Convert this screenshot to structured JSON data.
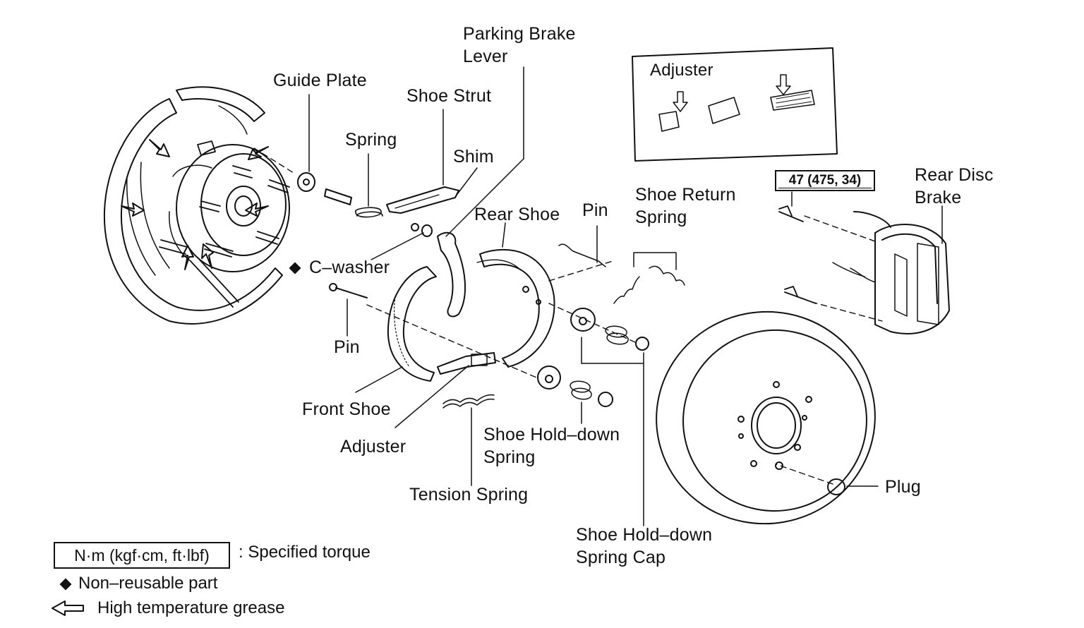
{
  "labels": {
    "parking_brake_lever": [
      "Parking Brake",
      "Lever"
    ],
    "guide_plate": "Guide Plate",
    "shoe_strut": "Shoe Strut",
    "spring": "Spring",
    "shim": "Shim",
    "rear_shoe": "Rear Shoe",
    "pin_upper": "Pin",
    "shoe_return_spring": [
      "Shoe Return",
      "Spring"
    ],
    "rear_disc_brake": [
      "Rear Disc",
      "Brake"
    ],
    "c_washer": "C–washer",
    "pin_lower": "Pin",
    "front_shoe": "Front Shoe",
    "adjuster": "Adjuster",
    "shoe_hold_down_spring": [
      "Shoe Hold–down",
      "Spring"
    ],
    "tension_spring": "Tension Spring",
    "shoe_hold_down_spring_cap": [
      "Shoe Hold–down",
      "Spring Cap"
    ],
    "plug": "Plug",
    "adjuster_inset": "Adjuster"
  },
  "torque": "47 (475, 34)",
  "legend": {
    "torque_unit": "N·m (kgf·cm, ft·lbf)",
    "torque_text": ": Specified torque",
    "non_reusable": "Non–reusable part",
    "grease": "High temperature grease"
  },
  "icons": {
    "non_reusable": "diamond-icon",
    "grease": "hollow-arrow-icon"
  },
  "colors": {
    "ink": "#111111",
    "paper": "#ffffff"
  }
}
